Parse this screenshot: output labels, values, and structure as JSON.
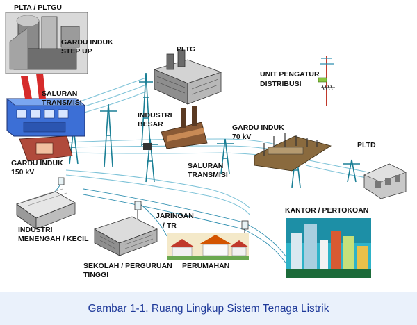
{
  "labels": {
    "plta": "PLTA / PLTGU",
    "gardu_step_up_1": "GARDU INDUK",
    "gardu_step_up_2": "STEP UP",
    "pltg": "PLTG",
    "unit_pengatur_1": "UNIT PENGATUR",
    "unit_pengatur_2": "DISTRIBUSI",
    "saluran_atas_1": "SALURAN",
    "saluran_atas_2": "TRANSMISI",
    "industri_besar_1": "INDUSTRI",
    "industri_besar_2": "BESAR",
    "gardu_70_1": "GARDU INDUK",
    "gardu_70_2": "70 kV",
    "pltd": "PLTD",
    "gardu_150_1": "GARDU INDUK",
    "gardu_150_2": "150 kV",
    "saluran_bawah_1": "SALURAN",
    "saluran_bawah_2": "TRANSMISI",
    "kantor": "KANTOR / PERTOKOAN",
    "jaringan_1": "JARINGAN",
    "jaringan_2": "/ TR",
    "industri_kecil_1": "INDUSTRI",
    "industri_kecil_2": "MENENGAH / KECIL",
    "sekolah_1": "SEKOLAH / PERGURUAN",
    "sekolah_2": "TINGGI",
    "perumahan": "PERUMAHAN"
  },
  "caption": "Gambar 1-1. Ruang Lingkup Sistem Tenaga Listrik",
  "colors": {
    "line_light": "#7fc3d8",
    "line_dark": "#2f8fb0",
    "tower": "#1a7f95",
    "caption": "#1f3a9a",
    "caption_bg": "#eaf1fb",
    "kantor_sky": "#2fb3c8"
  }
}
